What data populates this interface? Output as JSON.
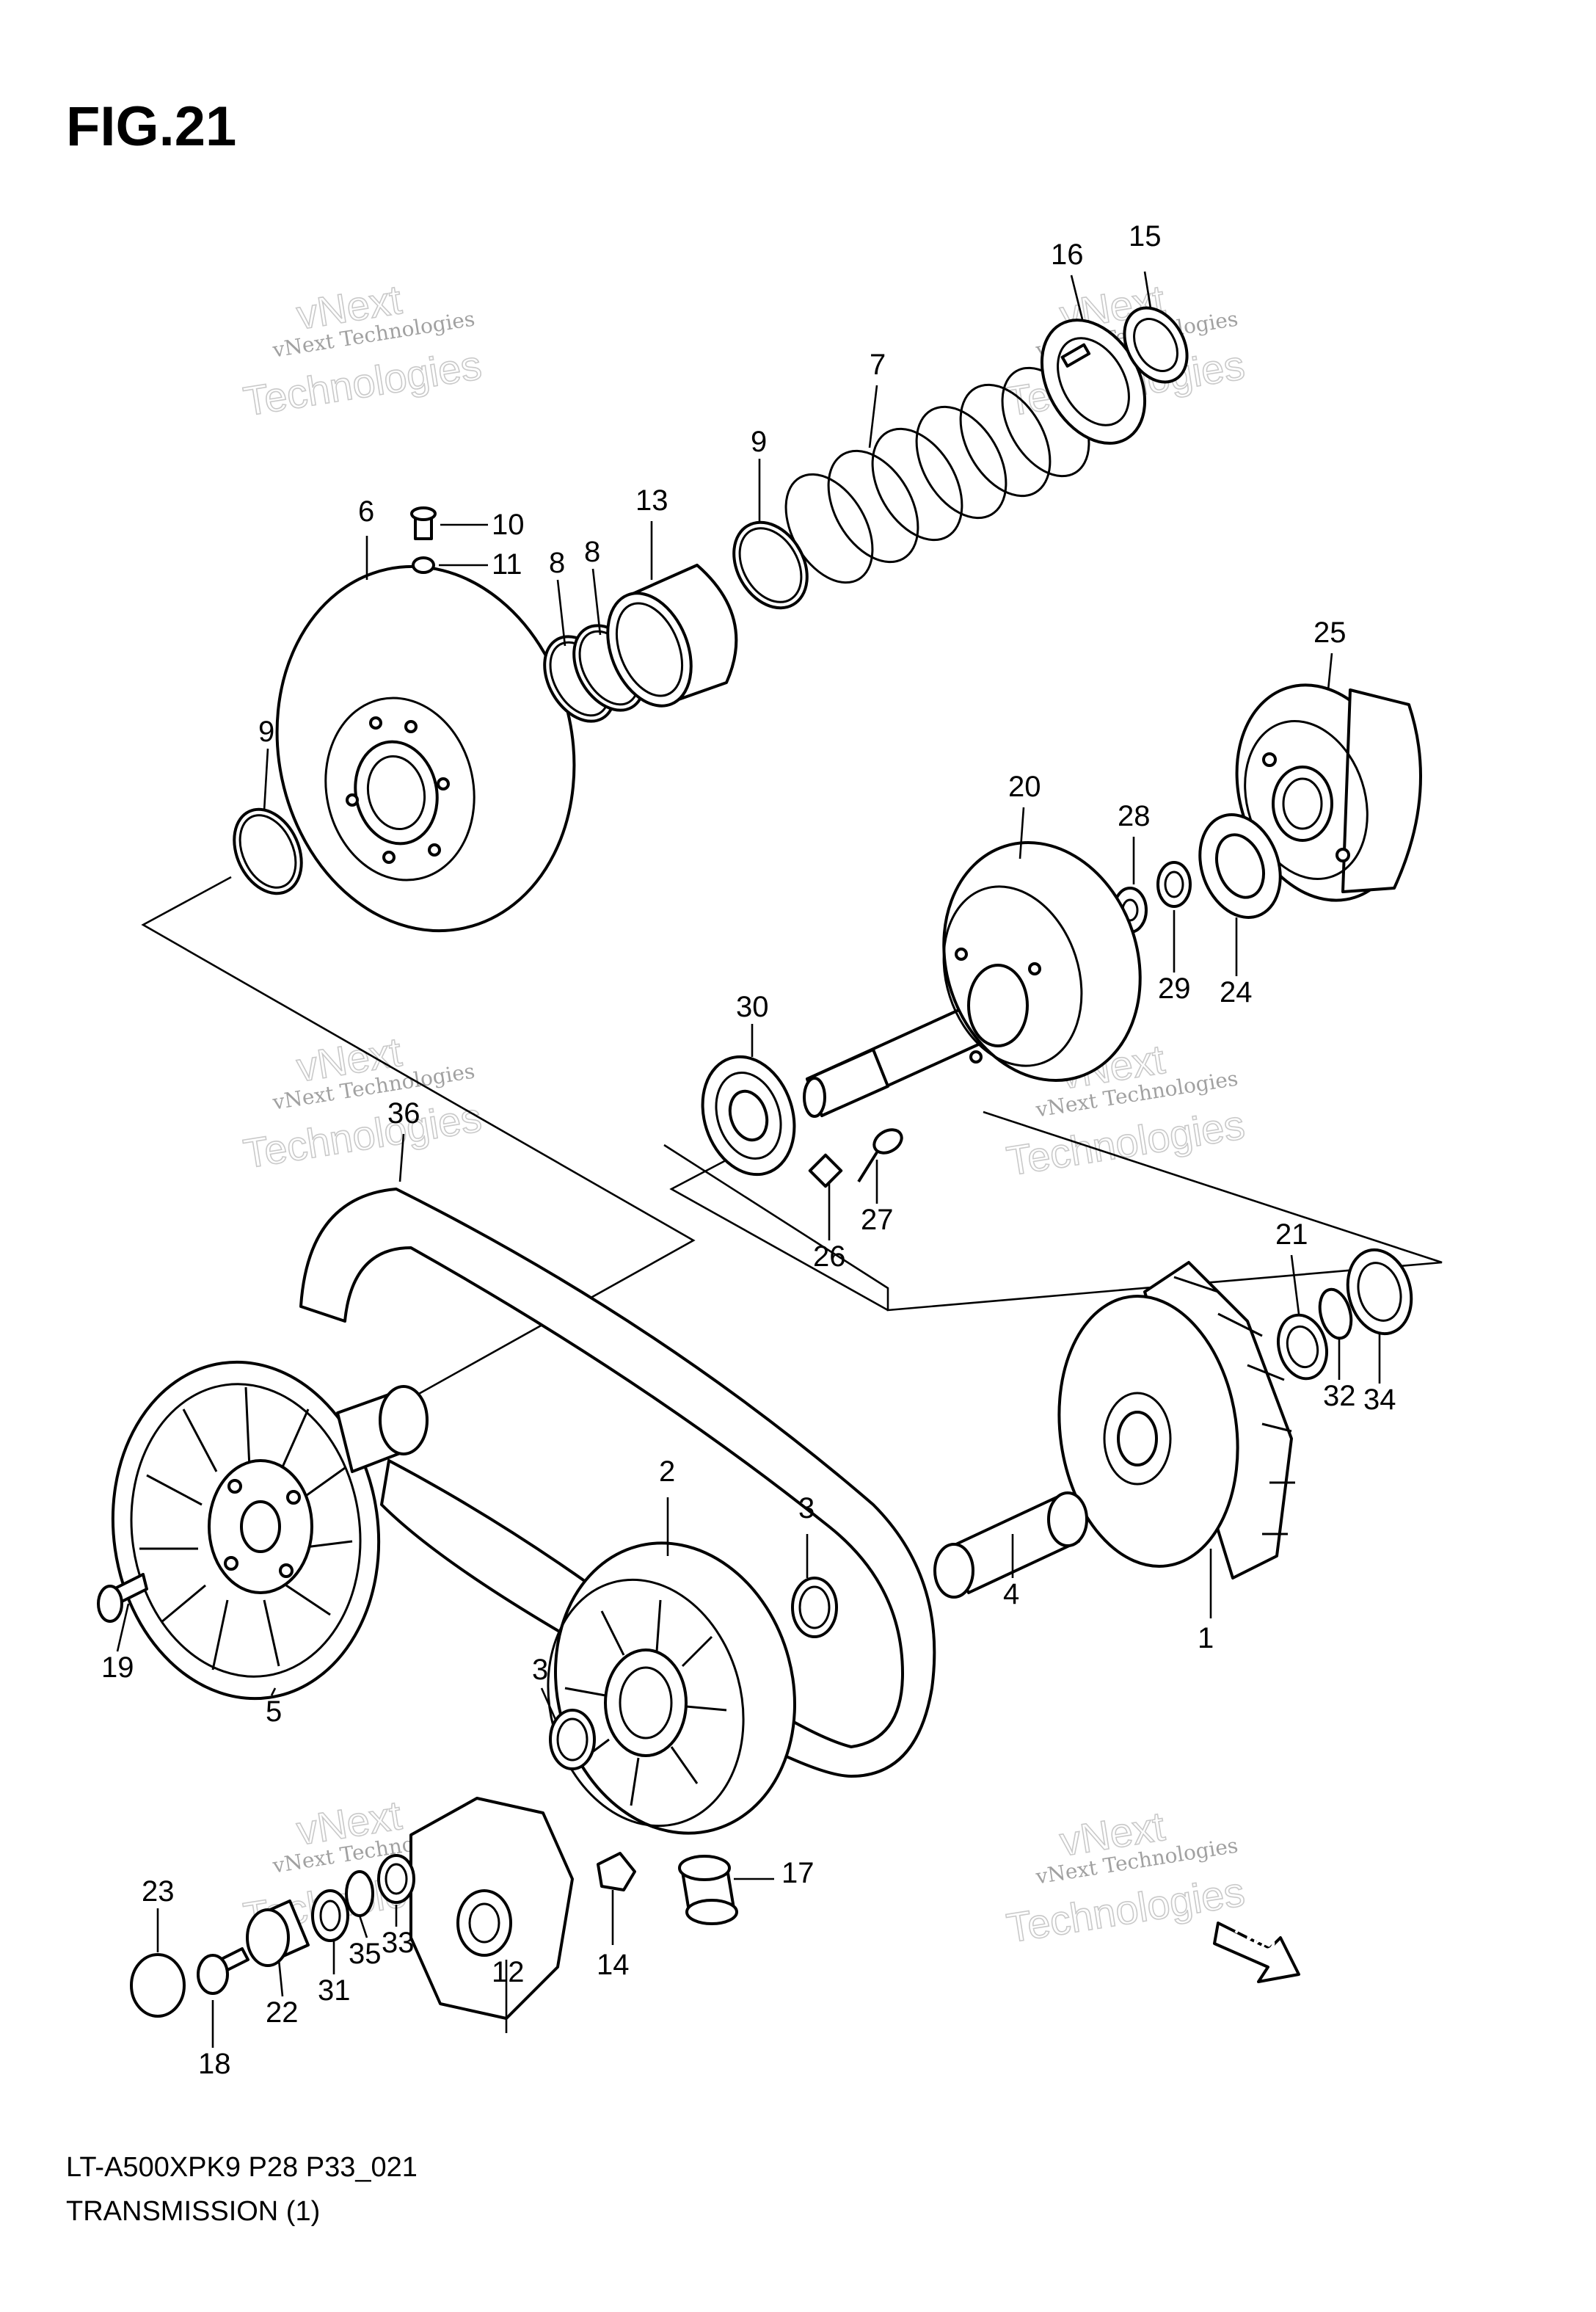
{
  "figure": {
    "title": "FIG.21",
    "model_code": "LT-A500XPK9 P28 P33_021",
    "section_name": "TRANSMISSION (1)",
    "fwd_label": "FWD"
  },
  "watermark": {
    "small": "vNext Technologies",
    "large_top": "vNext",
    "large_bottom": "Technologies"
  },
  "callouts": [
    {
      "id": "c1",
      "label": "1"
    },
    {
      "id": "c2",
      "label": "2"
    },
    {
      "id": "c3a",
      "label": "3"
    },
    {
      "id": "c3b",
      "label": "3"
    },
    {
      "id": "c4",
      "label": "4"
    },
    {
      "id": "c5",
      "label": "5"
    },
    {
      "id": "c6",
      "label": "6"
    },
    {
      "id": "c7",
      "label": "7"
    },
    {
      "id": "c8a",
      "label": "8"
    },
    {
      "id": "c8b",
      "label": "8"
    },
    {
      "id": "c9a",
      "label": "9"
    },
    {
      "id": "c9b",
      "label": "9"
    },
    {
      "id": "c10",
      "label": "10"
    },
    {
      "id": "c11",
      "label": "11"
    },
    {
      "id": "c12",
      "label": "12"
    },
    {
      "id": "c13",
      "label": "13"
    },
    {
      "id": "c14",
      "label": "14"
    },
    {
      "id": "c15",
      "label": "15"
    },
    {
      "id": "c16",
      "label": "16"
    },
    {
      "id": "c17",
      "label": "17"
    },
    {
      "id": "c18",
      "label": "18"
    },
    {
      "id": "c19",
      "label": "19"
    },
    {
      "id": "c20",
      "label": "20"
    },
    {
      "id": "c21",
      "label": "21"
    },
    {
      "id": "c22",
      "label": "22"
    },
    {
      "id": "c23",
      "label": "23"
    },
    {
      "id": "c24",
      "label": "24"
    },
    {
      "id": "c25",
      "label": "25"
    },
    {
      "id": "c26",
      "label": "26"
    },
    {
      "id": "c27",
      "label": "27"
    },
    {
      "id": "c28",
      "label": "28"
    },
    {
      "id": "c29",
      "label": "29"
    },
    {
      "id": "c30",
      "label": "30"
    },
    {
      "id": "c31",
      "label": "31"
    },
    {
      "id": "c32",
      "label": "32"
    },
    {
      "id": "c33",
      "label": "33"
    },
    {
      "id": "c34",
      "label": "34"
    },
    {
      "id": "c35",
      "label": "35"
    },
    {
      "id": "c36",
      "label": "36"
    }
  ]
}
